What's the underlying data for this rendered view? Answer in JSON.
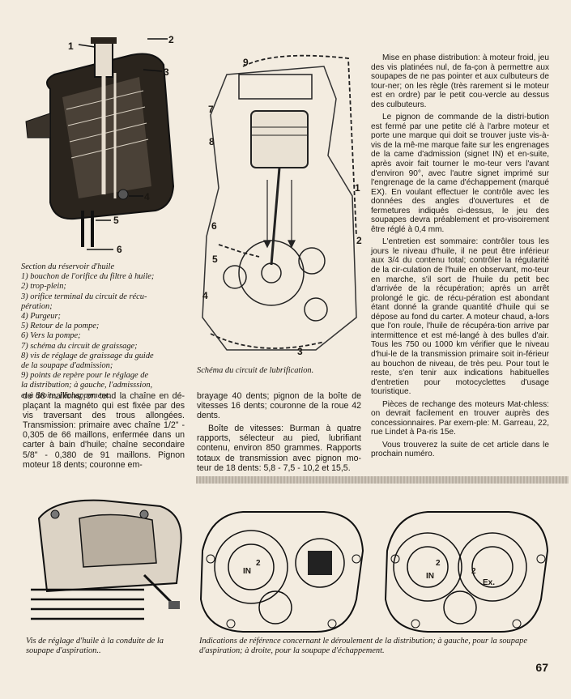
{
  "figure_tank": {
    "labels": [
      "1",
      "2",
      "3",
      "4",
      "5",
      "6"
    ],
    "caption_lines": [
      "Section du réservoir d'huile",
      "1) bouchon de l'orifice du filtre à huile;",
      "2) trop-plein;",
      "3) orifice terminal du circuit de récu-",
      "pération;",
      "4) Purgeur;",
      "5) Retour de la pompe;",
      "6) Vers la pompe;",
      "7) schéma du circuit de graissage;",
      "8) vis de réglage de graissage du guide",
      "de la soupape d'admission;",
      "9) points de repère pour le réglage de",
      "la distribution; à gauche, l'admisssion,",
      "et à droite, l'échappement."
    ]
  },
  "figure_lubrication": {
    "labels": [
      "9",
      "7",
      "8",
      "1",
      "6",
      "5",
      "4",
      "2",
      "3"
    ],
    "caption": "Schéma du circuit de lubrification."
  },
  "left_column_bottom": "de 58 maillons; on tend la chaîne en dé-plaçant la magnéto qui est fixée par des vis traversant des trous allongées. Transmission: primaire avec chaîne 1/2\" - 0,305 de 66 maillons, enfermée dans un carter à bain d'huile; chaîne secondaire 5/8\" - 0,380 de 91 maillons. Pignon moteur 18 dents; couronne em-",
  "middle_column_bottom": [
    "brayage 40 dents; pignon de la boîte de vitesses 16 dents; couronne de la roue 42 dents.",
    "Boîte de vitesses: Burman à quatre rapports, sélecteur au pied, lubrifiant contenu, environ 850 grammes. Rapports totaux de transmission avec pignon mo-teur de 18 dents: 5,8 - 7,5 - 10,2 et 15,5."
  ],
  "right_column": [
    "Mise en phase distribution: à moteur froid, jeu des vis platinées nul, de fa-çon à permettre aux soupapes de ne pas pointer et aux culbuteurs de tour-ner; on les règle (très rarement si le moteur est en ordre) par le petit cou-vercle au dessus des culbuteurs.",
    "Le pignon de commande de la distri-bution est fermé par une petite clé à l'arbre moteur et porte une marque qui doit se trouver juste vis-à-vis de la mê-me marque faite sur les engrenages de la came d'admission (signet IN) et en-suite, après avoir fait tourner le mo-teur vers l'avant d'environ 90°, avec l'autre signet imprimé sur l'engrenage de la came d'échappement (marqué EX). En voulant effectuer le contrôle avec les données des angles d'ouvertures et de fermetures indiqués ci-dessus, le jeu des soupapes devra préablement et pro-visoirement être réglé à 0,4 mm.",
    "L'entretien est sommaire: contrôler tous les jours le niveau d'huile, il ne peut être inférieur aux 3/4 du contenu total; contrôler la régularité de la cir-culation de l'huile en observant, mo-teur en marche, s'il sort de l'huile du petit bec d'arrivée de la récupération; après un arrêt prolongé le gic. de récu-pération est abondant étant donné la grande quantité d'huile qui se dépose au fond du carter. A moteur chaud, a-lors que l'on roule, l'huile de récupéra-tion arrive par intermittence et est mé-langé à des bulles d'air. Tous les 750 ou 1000 km vérifier que le niveau d'hui-le de la transmission primaire soit in-férieur au bouchon de niveau, de très peu. Pour tout le reste, s'en tenir aux indications habituelles d'entretien pour motocyclettes d'usage touristique.",
    "Pièces de rechange des moteurs Mat-chless: on devrait facilement en trouver auprès des concessionnaires. Par exem-ple: M. Garreau, 22, rue Lindet à Pa-ris 15e.",
    "Vous trouverez la suite de cet article dans le prochain numéro."
  ],
  "figure_head_caption": "Vis de réglage d'huile à la conduite de la soupape d'aspiration..",
  "figure_timing_caption": "Indications de référence concernant le déroulement de la distribution; à gauche, pour la soupape d'aspiration; à droite, pour la soupape d'échappement.",
  "timing_marks": {
    "left": [
      "IN",
      "2"
    ],
    "right": [
      "2",
      "IN",
      "2",
      "Ex."
    ]
  },
  "page_number": "67"
}
